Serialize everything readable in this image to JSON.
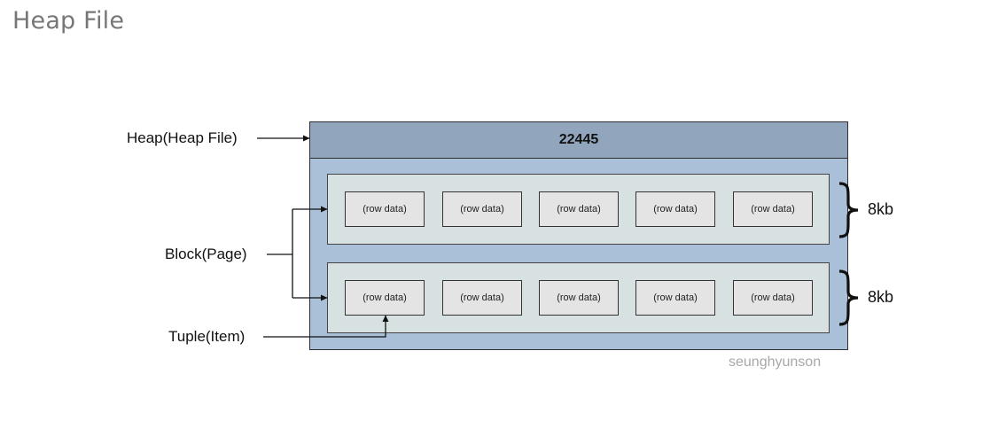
{
  "page": {
    "title": "Heap File"
  },
  "diagram": {
    "heap_label": "Heap(Heap File)",
    "heap_id": "22445",
    "block_label": "Block(Page)",
    "tuple_label": "Tuple(Item)",
    "blocks": [
      {
        "size": "8kb",
        "tuples": [
          "(row data)",
          "(row data)",
          "(row data)",
          "(row data)",
          "(row data)"
        ]
      },
      {
        "size": "8kb",
        "tuples": [
          "(row data)",
          "(row data)",
          "(row data)",
          "(row data)",
          "(row data)"
        ]
      }
    ],
    "watermark": "seunghyunson"
  }
}
